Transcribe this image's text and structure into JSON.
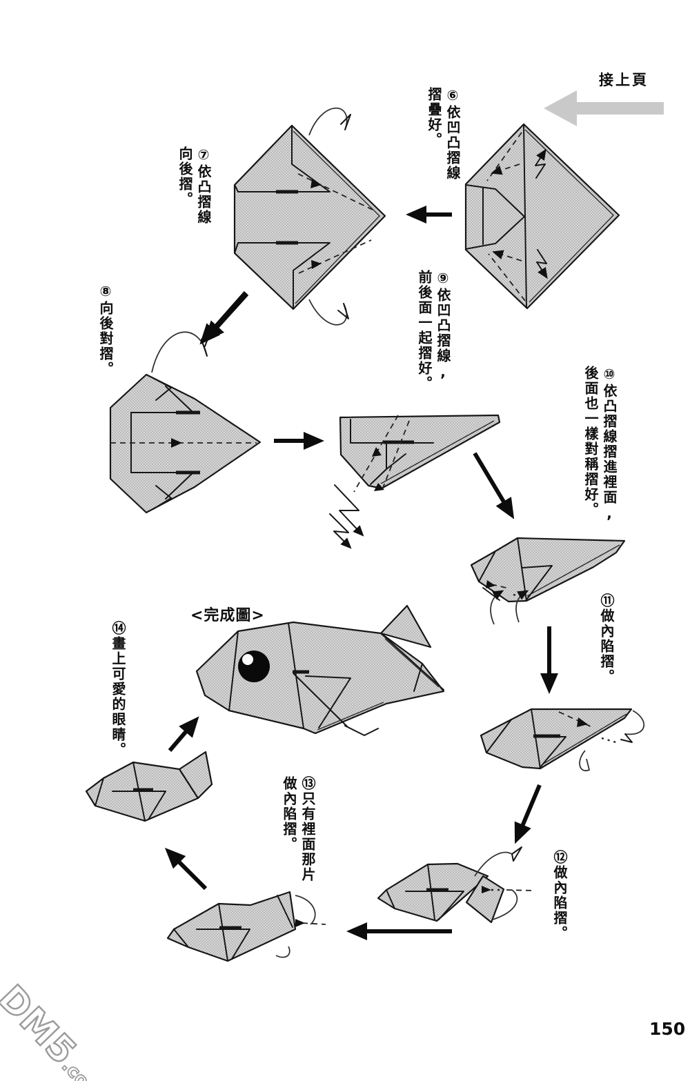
{
  "page": {
    "continued_label": "接上頁",
    "completed_label": "<完成圖>",
    "page_number": "150",
    "watermark_main": "DM5",
    "watermark_suffix": ".com"
  },
  "steps": [
    {
      "number": "6",
      "label": "⑥依凹凸摺線\n摺疊好。"
    },
    {
      "number": "7",
      "label": "⑦依凸摺線\n向後摺。"
    },
    {
      "number": "8",
      "label": "⑧向後對摺。"
    },
    {
      "number": "9",
      "label": "⑨依凹凸摺線,\n前後面一起摺好。"
    },
    {
      "number": "10",
      "label": "⑩依凸摺線摺進裡面,\n後面也一樣對稱摺好。"
    },
    {
      "number": "11",
      "label": "⑪做內陷摺。"
    },
    {
      "number": "12",
      "label": "⑫做內陷摺。"
    },
    {
      "number": "13",
      "label": "⑬只有裡面那片\n做內陷摺。"
    },
    {
      "number": "14",
      "label": "⑭畫上可愛的眼睛。"
    }
  ],
  "colors": {
    "paper_gray": "#c9c9c9",
    "halftone_dot": "#b2b2b2",
    "ink": "#161616",
    "continued_arrow_gray": "#c9c9c9"
  }
}
